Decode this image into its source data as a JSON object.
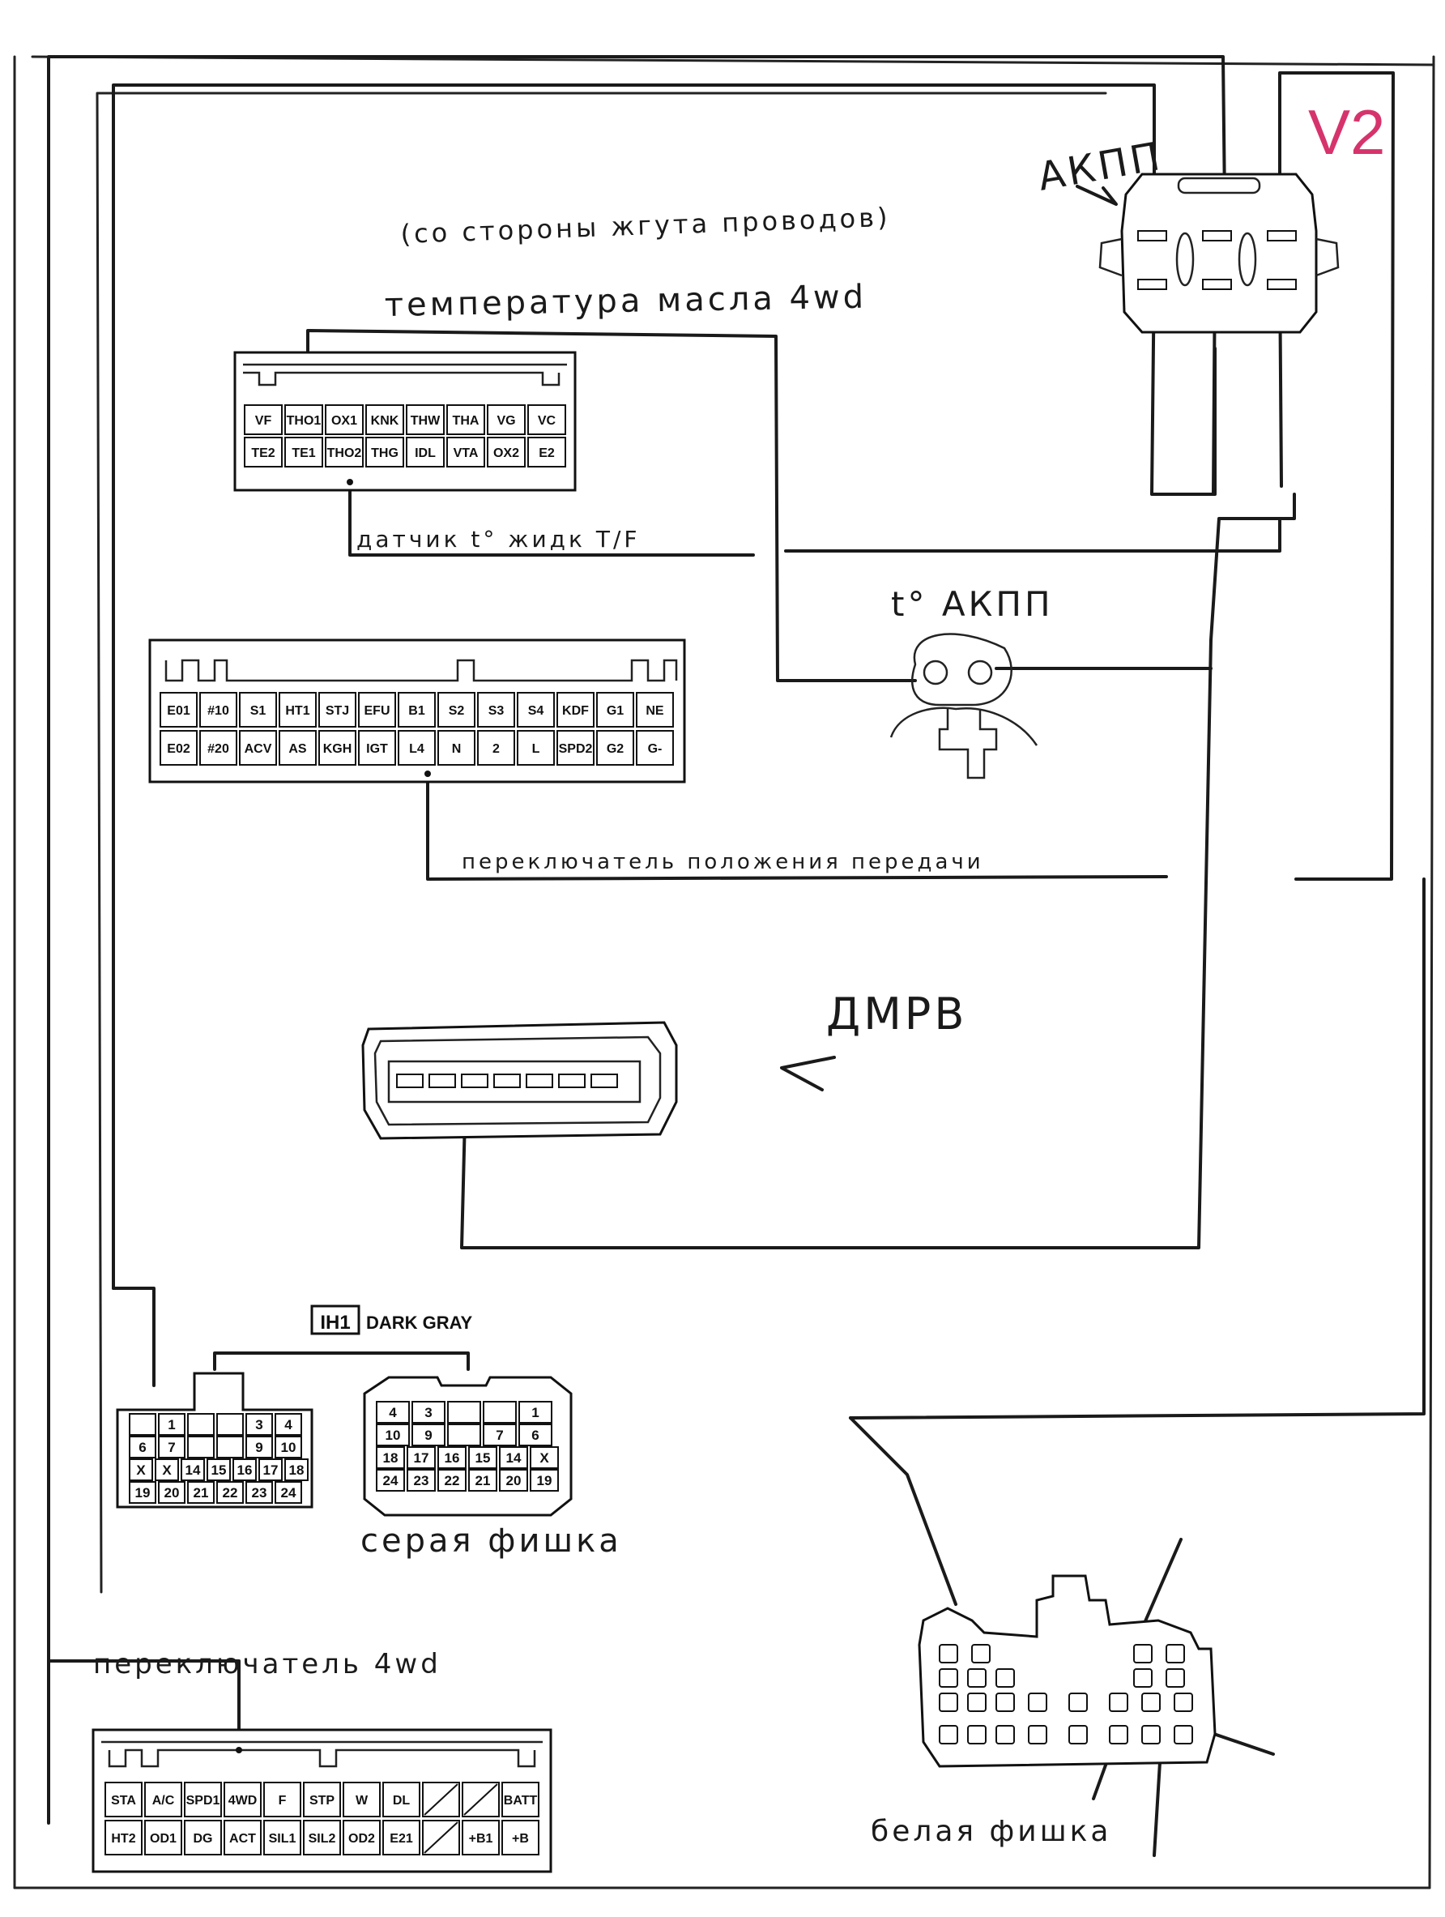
{
  "version_badge": "V2",
  "colors": {
    "ink": "#1a1a1a",
    "badge": "#d6336c",
    "paper": "#ffffff"
  },
  "labels": {
    "harness_side": "(со стороны жгута проводов)",
    "oil_temp_4wd": "температура масла 4wd",
    "sensor_tf": "датчик t° жидк T/F",
    "akpp": "АКПП",
    "temp_akpp": "t° АКПП",
    "gear_position_switch": "переключатель положения передачи",
    "dmrv": "ДМРВ",
    "gray_plug": "серая фишка",
    "switch_4wd": "переключатель 4wd",
    "white_plug": "белая фишка",
    "ih1_code": "IH1",
    "ih1_color": "DARK GRAY"
  },
  "connector_a": {
    "top": [
      "VF",
      "THO1",
      "OX1",
      "KNK",
      "THW",
      "THA",
      "VG",
      "VC"
    ],
    "bottom": [
      "TE2",
      "TE1",
      "THO2",
      "THG",
      "IDL",
      "VTA",
      "OX2",
      "E2"
    ]
  },
  "connector_b": {
    "top": [
      "E01",
      "#10",
      "S1",
      "HT1",
      "STJ",
      "EFU",
      "B1",
      "S2",
      "S3",
      "S4",
      "KDF",
      "G1",
      "NE"
    ],
    "bottom": [
      "E02",
      "#20",
      "ACV",
      "AS",
      "KGH",
      "IGT",
      "L4",
      "N",
      "2",
      "L",
      "SPD2",
      "G2",
      "G-"
    ]
  },
  "connector_c": {
    "top": [
      "STA",
      "A/C",
      "SPD1",
      "4WD",
      "F",
      "STP",
      "W",
      "DL",
      "",
      "",
      "BATT"
    ],
    "bottom": [
      "HT2",
      "OD1",
      "DG",
      "ACT",
      "SIL1",
      "SIL2",
      "OD2",
      "E21",
      "",
      "+B1",
      "+B"
    ]
  },
  "ih1_left": {
    "r1": [
      "",
      "1",
      "",
      "",
      "3",
      "4"
    ],
    "r2": [
      "6",
      "7",
      "",
      "",
      "9",
      "10"
    ],
    "r3": [
      "X",
      "X",
      "14",
      "15",
      "16",
      "17",
      "18"
    ],
    "r4": [
      "19",
      "20",
      "21",
      "22",
      "23",
      "24"
    ]
  },
  "ih1_right": {
    "r1": [
      "4",
      "3",
      "",
      "",
      "1"
    ],
    "r2": [
      "10",
      "9",
      "",
      "7",
      "6"
    ],
    "r3": [
      "18",
      "17",
      "16",
      "15",
      "14",
      "X"
    ],
    "r4": [
      "24",
      "23",
      "22",
      "21",
      "20",
      "19"
    ]
  }
}
